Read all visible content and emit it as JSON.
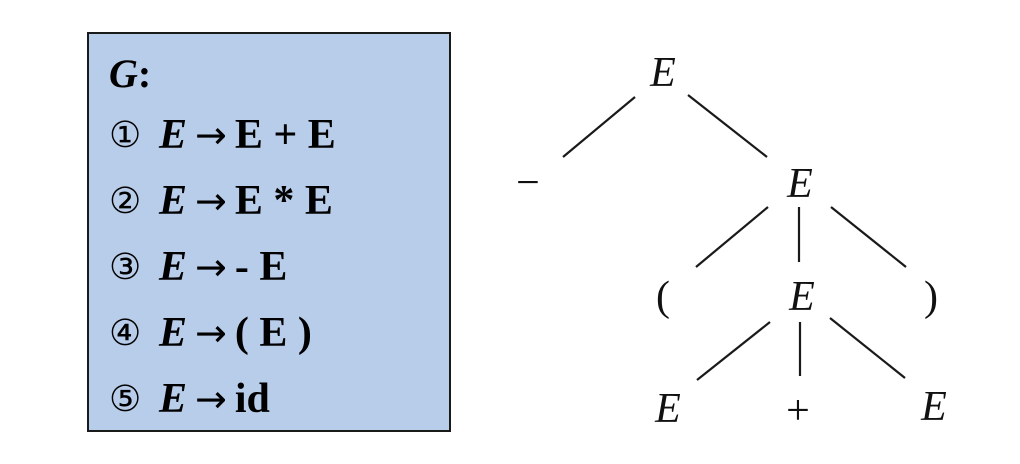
{
  "grammar": {
    "label": "G",
    "label_suffix": ":",
    "rules": [
      {
        "num": "①",
        "lhs": "E",
        "arrow": "→",
        "rhs": "E + E"
      },
      {
        "num": "②",
        "lhs": "E",
        "arrow": "→",
        "rhs": "E * E"
      },
      {
        "num": "③",
        "lhs": "E",
        "arrow": "→",
        "rhs": "- E"
      },
      {
        "num": "④",
        "lhs": "E",
        "arrow": "→",
        "rhs": "( E )"
      },
      {
        "num": "⑤",
        "lhs": "E",
        "arrow": "→",
        "rhs": "id"
      }
    ]
  },
  "parse_tree": {
    "root": "E",
    "level1": [
      "−",
      "E"
    ],
    "level2": [
      "(",
      "E",
      ")"
    ],
    "level3": [
      "E",
      "+",
      "E"
    ]
  }
}
